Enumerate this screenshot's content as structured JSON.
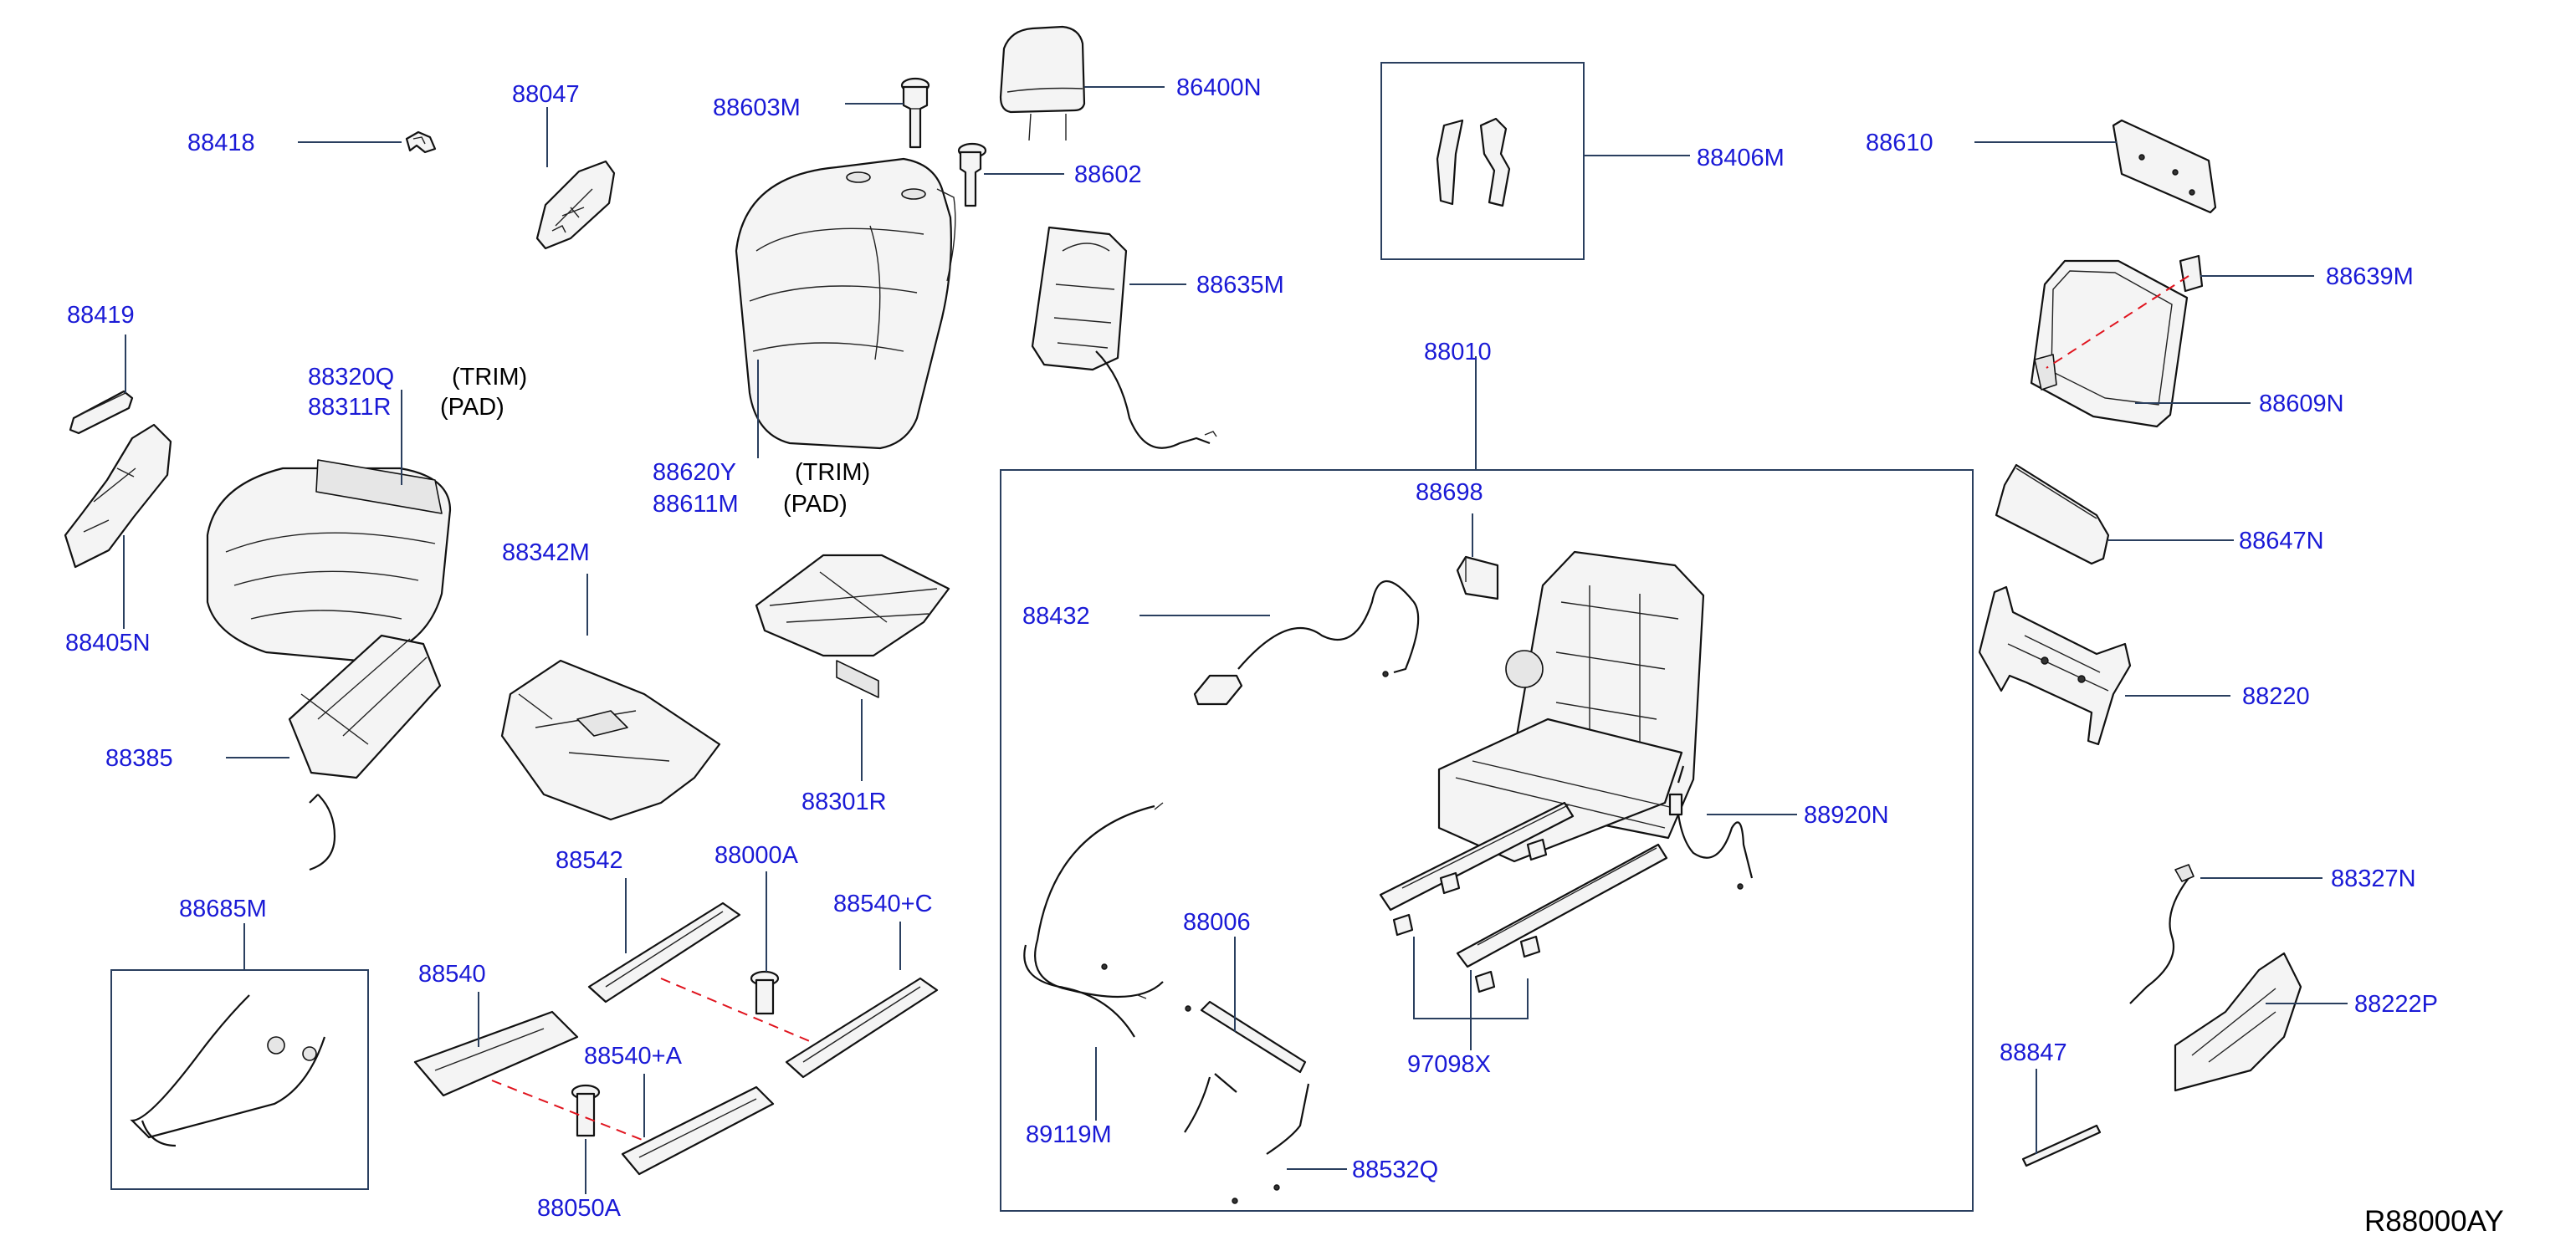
{
  "diagram": {
    "reference_code": "R88000AY",
    "qualifier_trim": "(TRIM)",
    "qualifier_pad": "(PAD)",
    "parts": [
      {
        "id": "88418"
      },
      {
        "id": "88047"
      },
      {
        "id": "88603M"
      },
      {
        "id": "86400N"
      },
      {
        "id": "88602"
      },
      {
        "id": "88406M"
      },
      {
        "id": "88610"
      },
      {
        "id": "88419"
      },
      {
        "id": "88320Q"
      },
      {
        "id": "88311R"
      },
      {
        "id": "88635M"
      },
      {
        "id": "88639M"
      },
      {
        "id": "88010"
      },
      {
        "id": "88609N"
      },
      {
        "id": "88620Y"
      },
      {
        "id": "88611M"
      },
      {
        "id": "88698"
      },
      {
        "id": "88647N"
      },
      {
        "id": "88342M"
      },
      {
        "id": "88405N"
      },
      {
        "id": "88432"
      },
      {
        "id": "88220"
      },
      {
        "id": "88385"
      },
      {
        "id": "88301R"
      },
      {
        "id": "88920N"
      },
      {
        "id": "88542"
      },
      {
        "id": "88000A"
      },
      {
        "id": "88540+C"
      },
      {
        "id": "88327N"
      },
      {
        "id": "88685M"
      },
      {
        "id": "88006"
      },
      {
        "id": "88540"
      },
      {
        "id": "88222P"
      },
      {
        "id": "88540+A"
      },
      {
        "id": "97098X"
      },
      {
        "id": "88847"
      },
      {
        "id": "89119M"
      },
      {
        "id": "88532Q"
      },
      {
        "id": "88050A"
      }
    ]
  }
}
